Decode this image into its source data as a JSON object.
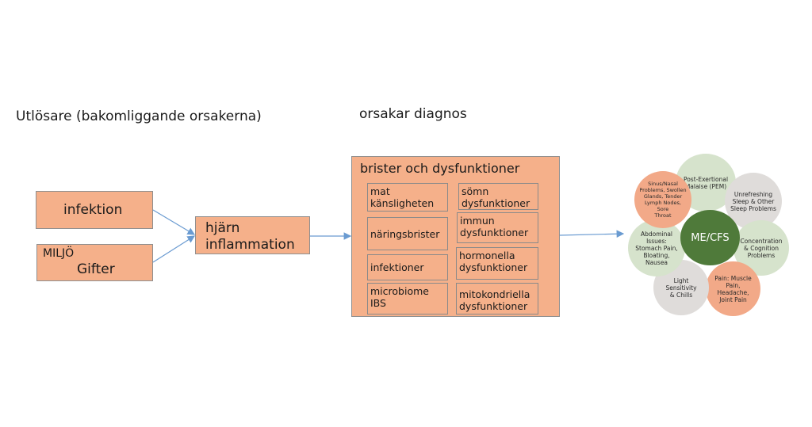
{
  "headers": {
    "triggers": "Utlösare (bakomliggande orsakerna)",
    "causes": "orsakar diagnos"
  },
  "boxes": {
    "infektion": "infektion",
    "miljo_label": "MILJÖ",
    "gifter": "Gifter",
    "hjarn": "hjärn\ninflammation"
  },
  "panel": {
    "title": "brister och dysfunktioner",
    "cells": [
      "mat\nkänsligheten",
      "sömn\ndysfunktioner",
      "näringsbrister",
      "immun\ndysfunktioner",
      "infektioner",
      "hormonella\ndysfunktioner",
      "microbiome\nIBS",
      "mitokondriella\ndysfunktioner"
    ]
  },
  "mecfs": {
    "center": "ME/CFS",
    "symptoms": [
      "Post-Exertional\nMalaise (PEM)",
      "Unrefreshing\nSleep & Other\nSleep Problems",
      "Concentration\n& Cognition\nProblems",
      "Pain: Muscle\nPain, Headache,\nJoint Pain",
      "Light Sensitivity\n& Chills",
      "Abdominal Issues:\nStomach Pain,\nBloating, Nausea",
      "Sinus/Nasal\nProblems, Swollen\nGlands, Tender\nLymph Nodes, Sore\nThroat"
    ]
  },
  "colors": {
    "box_fill": "#f5b08a",
    "center_fill": "#4f7a3a",
    "green_petal": "#d6e3cc",
    "grey_petal": "#dfdcda",
    "salmon_petal": "#f2a988",
    "arrow": "#6a9bd1"
  }
}
